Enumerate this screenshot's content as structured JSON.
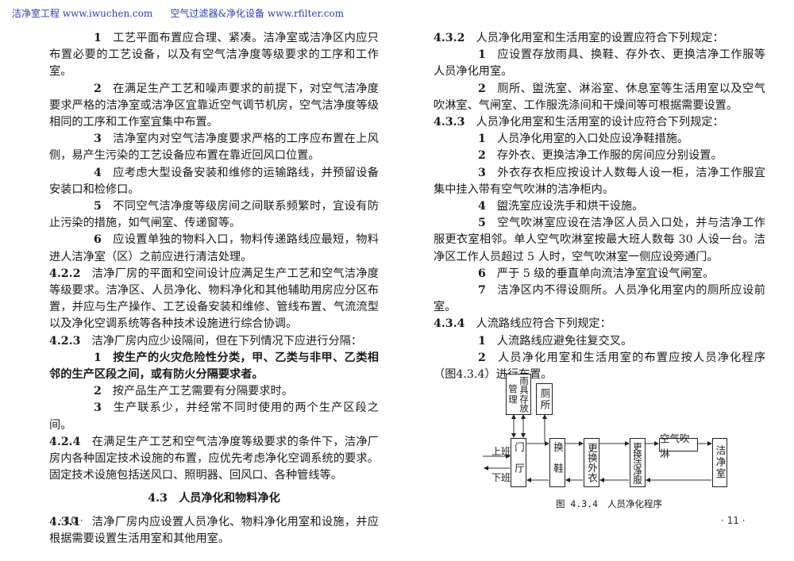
{
  "header": {
    "site1_name": "洁净室工程",
    "site1_url": "www.iwuchen.com",
    "site2_name": "空气过滤器&净化设备",
    "site2_url": "www.rfilter.com"
  },
  "left_page": {
    "items_top": [
      {
        "num": "1",
        "text": "工艺平面布置应合理、紧凑。洁净室或洁净区内应只布置必要的工艺设备，以及有空气洁净度等级要求的工序和工作室。"
      },
      {
        "num": "2",
        "text": "在满足生产工艺和噪声要求的前提下，对空气洁净度要求严格的洁净室或洁净区宜靠近空气调节机房，空气洁净度等级相同的工序和工作室宜集中布置。"
      },
      {
        "num": "3",
        "text": "洁净室内对空气洁净度要求严格的工序应布置在上风侧，易产生污染的工艺设备应布置在靠近回风口位置。"
      },
      {
        "num": "4",
        "text": "应考虑大型设备安装和维修的运输路线，并预留设备安装口和检修口。"
      },
      {
        "num": "5",
        "text": "不同空气洁净度等级房间之间联系频繁时，宜设有防止污染的措施，如气闸室、传递窗等。"
      },
      {
        "num": "6",
        "text": "应设置单独的物料入口，物料传递路线应最短，物料进人洁净室（区）之前应进行清洁处理。"
      }
    ],
    "clause_422": {
      "num": "4.2.2",
      "text": "洁净厂房的平面和空间设计应满足生产工艺和空气洁净度等级要求。洁净区、人员净化、物料净化和其他辅助用房应分区布置，并应与生产操作、工艺设备安装和维修、管线布置、气流流型以及净化空调系统等各种技术设施进行综合协调。"
    },
    "clause_423": {
      "num": "4.2.3",
      "text": "洁净厂房内应少设隔间，但在下列情况下应进行分隔："
    },
    "items_423": [
      {
        "num": "1",
        "text": "按生产的火灾危险性分类，甲、乙类与非甲、乙类相邻的生产区段之间，或有防火分隔要求者。",
        "bold": true
      },
      {
        "num": "2",
        "text": "按产品生产工艺需要有分隔要求时。"
      },
      {
        "num": "3",
        "text": "生产联系少，并经常不同时使用的两个生产区段之间。"
      }
    ],
    "clause_424": {
      "num": "4.2.4",
      "text": "在满足生产工艺和空气洁净度等级要求的条件下，洁净厂房内各种固定技术设施的布置，应优先考虑净化空调系统的要求。固定技术设施包括送风口、照明器、回风口、各种管线等。"
    },
    "section_43": "4.3　人员净化和物料净化",
    "clause_431": {
      "num": "4.3.1",
      "text": "洁净厂房内应设置人员净化、物料净化用室和设施，并应根据需要设置生活用室和其他用室。"
    },
    "page_number": "· 10 ·"
  },
  "right_page": {
    "clause_432": {
      "num": "4.3.2",
      "text": "人员净化用室和生活用室的设置应符合下列规定："
    },
    "items_432": [
      {
        "num": "1",
        "text": "应设置存放雨具、换鞋、存外衣、更换洁净工作服等人员净化用室。"
      },
      {
        "num": "2",
        "text": "厕所、盥洗室、淋浴室、休息室等生活用室以及空气吹淋室、气闸室、工作服洗涤间和干燥间等可根据需要设置。"
      }
    ],
    "clause_433": {
      "num": "4.3.3",
      "text": "人员净化用室和生活用室的设计应符合下列规定："
    },
    "items_433": [
      {
        "num": "1",
        "text": "人员净化用室的入口处应设净鞋措施。"
      },
      {
        "num": "2",
        "text": "存外衣、更换洁净工作服的房间应分别设置。"
      },
      {
        "num": "3",
        "text": "外衣存衣柜应按设计人数每人设一柜，洁净工作服宜集中挂入带有空气吹淋的洁净柜内。"
      },
      {
        "num": "4",
        "text": "盥洗室应设洗手和烘干设施。"
      },
      {
        "num": "5",
        "text": "空气吹淋室应设在洁净区人员入口处，并与洁净工作服更衣室相邻。单人空气吹淋室按最大班人数每 30 人设一台。洁净区工作人员超过 5 人时，空气吹淋室一侧应设旁通门。"
      },
      {
        "num": "6",
        "text": "严于 5 级的垂直单向流洁净室宜设气闸室。"
      },
      {
        "num": "7",
        "text": "洁净区内不得设厕所。人员净化用室内的厕所应设前室。"
      }
    ],
    "clause_434": {
      "num": "4.3.4",
      "text": "人流路线应符合下列规定："
    },
    "items_434": [
      {
        "num": "1",
        "text": "人流路线应避免往复交叉。"
      },
      {
        "num": "2",
        "text": "人员净化用室和生活用室的布置应按人员净化程序（图4.3.4）进行布置。"
      }
    ],
    "figure": {
      "nodes": {
        "rain_gear": "雨具存放",
        "management": "管理",
        "toilet": "厕所",
        "lobby": "门厅",
        "change_shoes": "换鞋",
        "change_coat": "更换外衣",
        "change_clean_suit": "更换洁净服",
        "air_shower": "空气吹淋",
        "clean_room": "洁净室"
      },
      "labels": {
        "arrive": "上班",
        "leave": "下班"
      },
      "caption_number": "图 4.3.4",
      "caption_title": "人员净化程序"
    },
    "page_number": "· 11 ·"
  }
}
